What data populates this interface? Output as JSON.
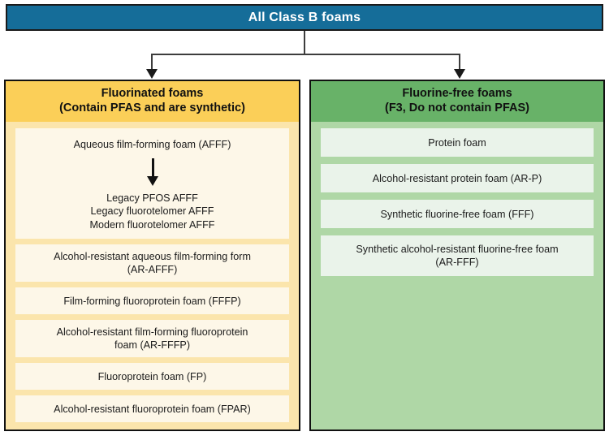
{
  "diagram": {
    "type": "hierarchy-flowchart",
    "root": {
      "label": "All Class B foams",
      "background_color": "#156D99",
      "text_color": "#FFFFFF"
    },
    "branches": [
      {
        "id": "fluorinated",
        "header_line1": "Fluorinated foams",
        "header_line2": "(Contain PFAS and are synthetic)",
        "header_color": "#FBCF58",
        "panel_color": "#FBE5AC",
        "card_color": "#FDF7E8",
        "items": [
          {
            "kind": "branching",
            "label": "Aqueous film-forming foam (AFFF)",
            "arrow": "down-arrow-icon",
            "sub_items": [
              "Legacy PFOS AFFF",
              "Legacy fluorotelomer AFFF",
              "Modern fluorotelomer AFFF"
            ]
          },
          {
            "kind": "plain",
            "line1": "Alcohol-resistant aqueous film-forming form",
            "line2": "(AR-AFFF)"
          },
          {
            "kind": "plain",
            "line1": "Film-forming fluoroprotein foam (FFFP)",
            "line2": ""
          },
          {
            "kind": "plain",
            "line1": "Alcohol-resistant film-forming fluoroprotein",
            "line2": "foam (AR-FFFP)"
          },
          {
            "kind": "plain",
            "line1": "Fluoroprotein foam (FP)",
            "line2": ""
          },
          {
            "kind": "plain",
            "line1": "Alcohol-resistant fluoroprotein foam (FPAR)",
            "line2": ""
          }
        ]
      },
      {
        "id": "fluorine-free",
        "header_line1": "Fluorine-free foams",
        "header_line2": "(F3, Do not contain PFAS)",
        "header_color": "#68B268",
        "panel_color": "#AFD7A6",
        "card_color": "#EAF3EA",
        "items": [
          {
            "line1": "Protein foam",
            "line2": ""
          },
          {
            "line1": "Alcohol-resistant protein foam (AR-P)",
            "line2": ""
          },
          {
            "line1": "Synthetic fluorine-free foam (FFF)",
            "line2": ""
          },
          {
            "line1": "Synthetic alcohol-resistant fluorine-free foam",
            "line2": "(AR-FFF)"
          }
        ]
      }
    ]
  }
}
